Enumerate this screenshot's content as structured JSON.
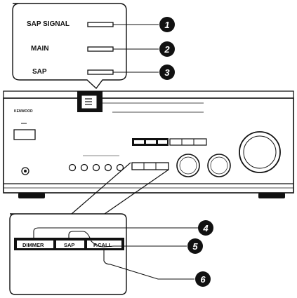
{
  "callout_top": {
    "indicators": [
      {
        "label": "SAP SIGNAL",
        "number": "1"
      },
      {
        "label": "MAIN",
        "number": "2"
      },
      {
        "label": "SAP",
        "number": "3"
      }
    ]
  },
  "receiver": {
    "brand": "KENWOOD"
  },
  "callout_bottom": {
    "buttons": [
      {
        "label": "DIMMER",
        "number": "4"
      },
      {
        "label": "SAP",
        "number": "5"
      },
      {
        "label": "P.CALL",
        "number": "6"
      }
    ]
  }
}
